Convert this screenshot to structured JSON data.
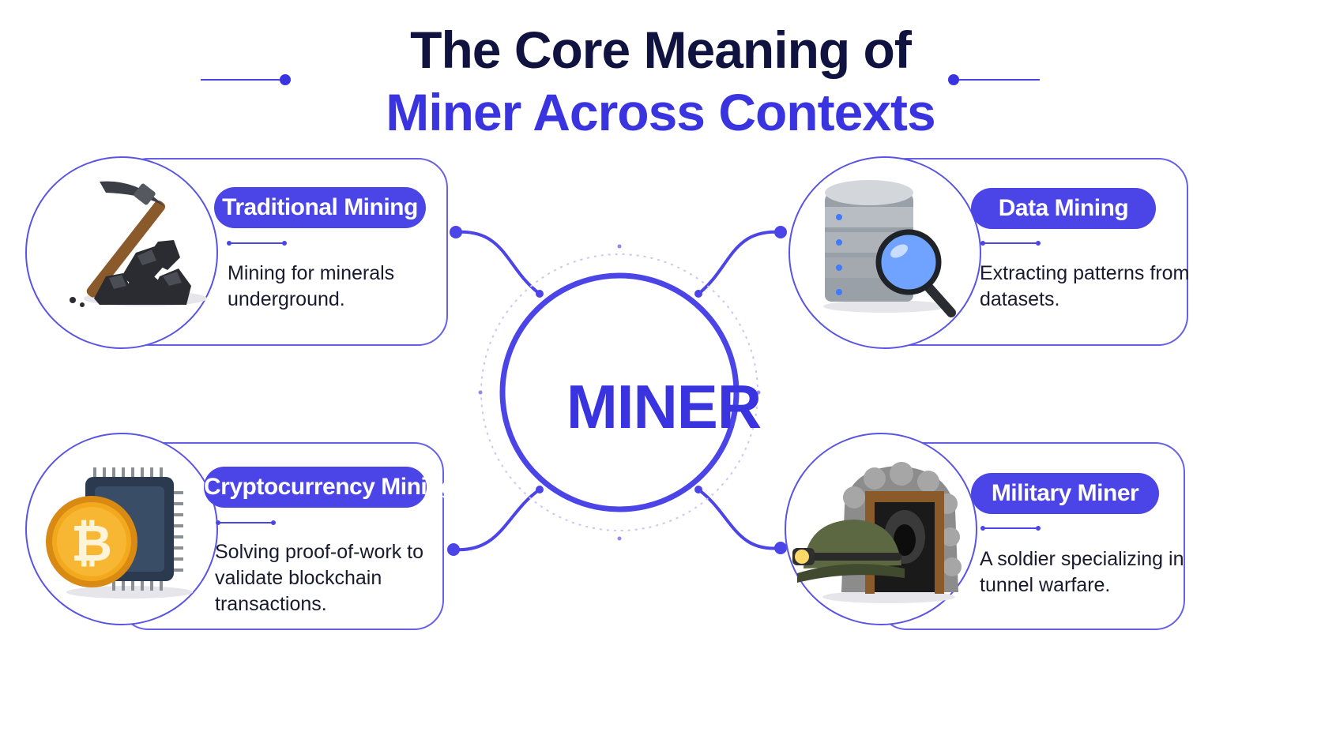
{
  "title": {
    "line1": "The Core Meaning of",
    "line2": "Miner Across Contexts"
  },
  "center": {
    "label": "MINER"
  },
  "colors": {
    "accent": "#3a34e0",
    "title_dark": "#10123f",
    "pill": "#4b44e6"
  },
  "cards": [
    {
      "key": "traditional",
      "label": "Traditional Mining",
      "description": "Mining for minerals underground.",
      "icon": "pickaxe-coal-icon"
    },
    {
      "key": "data",
      "label": "Data Mining",
      "description": "Extracting patterns from datasets.",
      "icon": "database-magnifier-icon"
    },
    {
      "key": "crypto",
      "label": "Cryptocurrency Mining",
      "description": "Solving proof-of-work to validate blockchain transactions.",
      "icon": "bitcoin-chip-icon"
    },
    {
      "key": "military",
      "label": "Military Miner",
      "description": "A soldier specializing in tunnel warfare.",
      "icon": "helmet-tunnel-icon"
    }
  ]
}
